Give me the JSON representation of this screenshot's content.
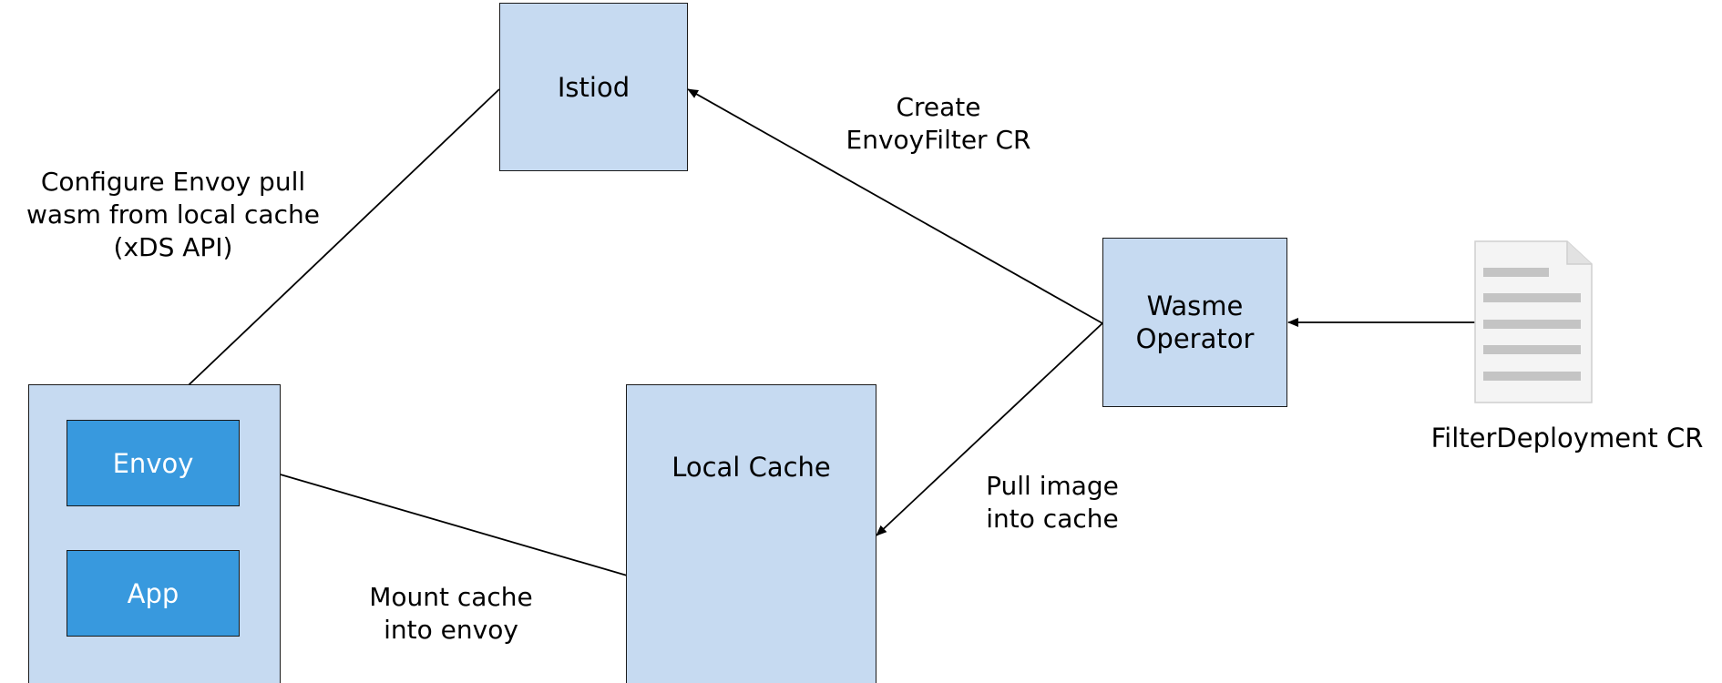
{
  "nodes": {
    "istiod": "Istiod",
    "wasme_operator": [
      "Wasme",
      "Operator"
    ],
    "local_cache": "Local Cache",
    "envoy": "Envoy",
    "app": "App",
    "filter_deployment": "FilterDeployment CR"
  },
  "edges": {
    "configure_envoy": [
      "Configure Envoy pull",
      "wasm from local cache",
      "(xDS API)"
    ],
    "create_envoyfilter": [
      "Create",
      "EnvoyFilter CR"
    ],
    "pull_image": [
      "Pull image",
      "into cache"
    ],
    "mount_cache": [
      "Mount cache",
      "into envoy"
    ]
  },
  "colors": {
    "container_fill": "#c6daf1",
    "component_fill": "#3899de",
    "border": "#1a1a1a",
    "document_lines": "#c4c4c4"
  }
}
